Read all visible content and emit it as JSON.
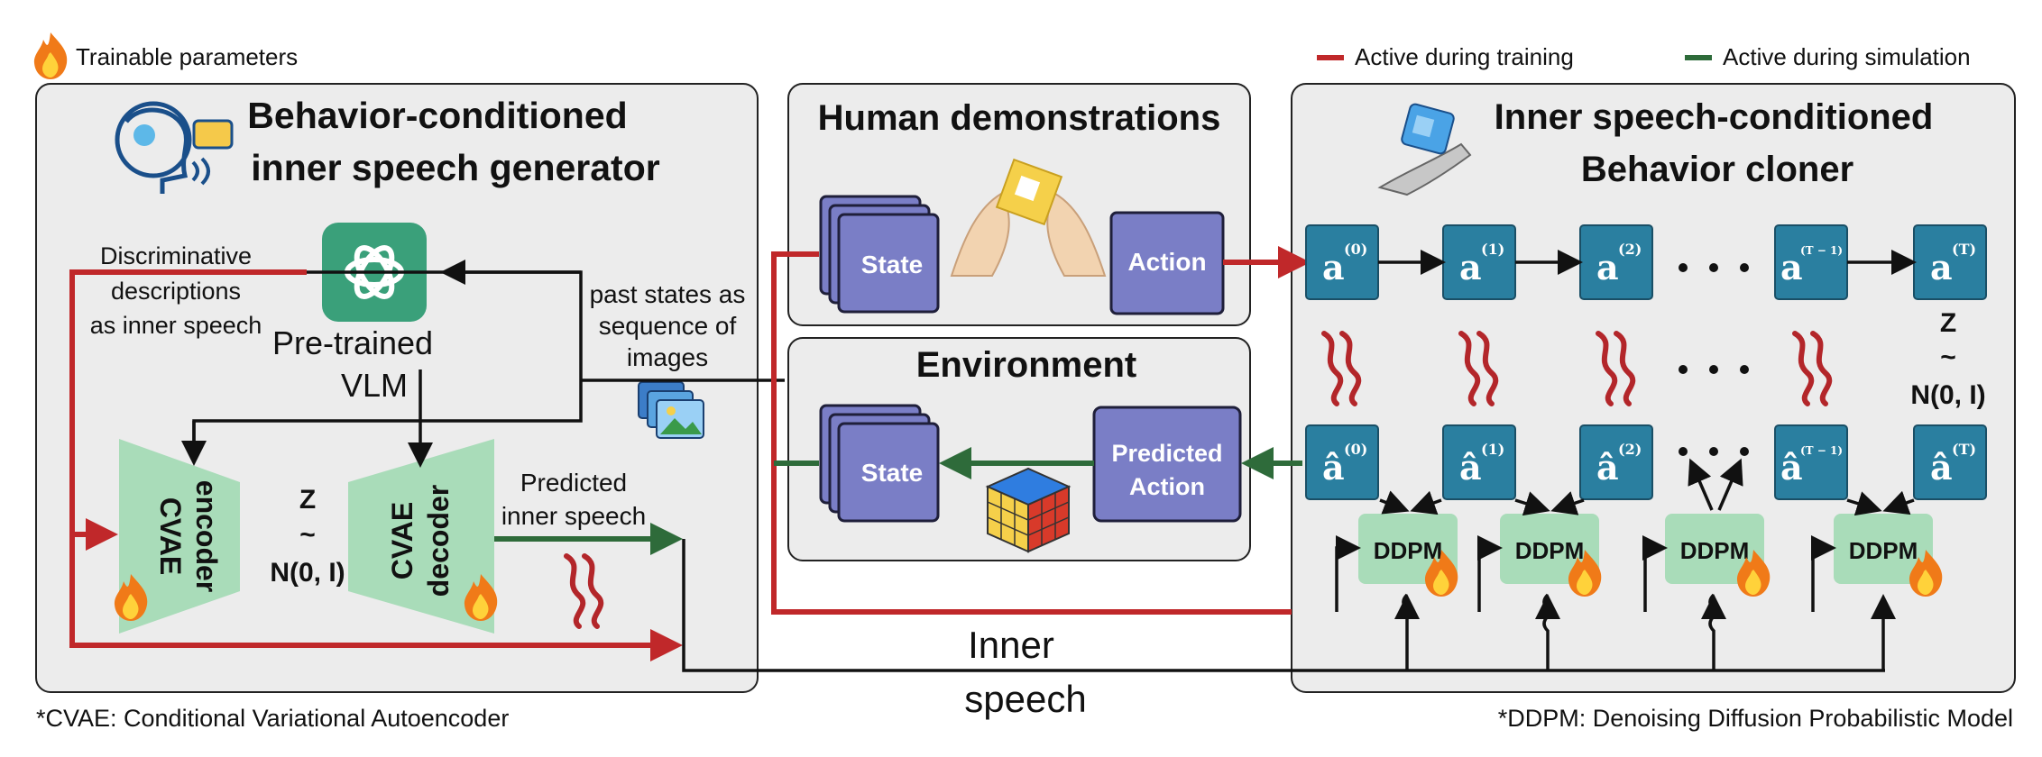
{
  "legend": {
    "trainable": "Trainable parameters",
    "training": "Active during training",
    "simulation": "Active during simulation"
  },
  "left_panel": {
    "title_line1": "Behavior-conditioned",
    "title_line2": "inner speech generator",
    "disc_line1": "Discriminative",
    "disc_line2": "descriptions",
    "disc_line3": "as inner speech",
    "vlm_line1": "Pre-trained",
    "vlm_line2": "VLM",
    "past_line1": "past states as",
    "past_line2": "sequence of",
    "past_line3": "images",
    "encoder_line1": "CVAE",
    "encoder_line2": "encoder",
    "decoder_line1": "CVAE",
    "decoder_line2": "decoder",
    "z_label": "Z",
    "tilde": "~",
    "normal": "N(0, I)",
    "pred_line1": "Predicted",
    "pred_line2": "inner speech"
  },
  "demo_panel": {
    "title": "Human demonstrations",
    "state": "State",
    "action": "Action"
  },
  "env_panel": {
    "title": "Environment",
    "state": "State",
    "pred_action_line1": "Predicted",
    "pred_action_line2": "Action"
  },
  "right_panel": {
    "title_line1": "Inner speech-conditioned",
    "title_line2": "Behavior cloner",
    "actions": [
      "(0)",
      "(1)",
      "(2)",
      "(T − 1)",
      "(T)"
    ],
    "action_base": "a",
    "hat_base": "â",
    "ddpm": "DDPM",
    "z_label": "Z",
    "tilde": "~",
    "normal": "N(0, I)"
  },
  "inner_line1": "Inner",
  "inner_line2": "speech",
  "footnote_cvae": "*CVAE: Conditional Variational Autoencoder",
  "footnote_ddpm": "*DDPM: Denoising Diffusion Probabilistic Model",
  "colors": {
    "training": "#c0282a",
    "simulation": "#2e6b3a",
    "block": "#2a7fa0",
    "purple": "#7a7ec6",
    "cvae_green": "#a9dcb9",
    "vlm_green": "#3aa07a"
  }
}
